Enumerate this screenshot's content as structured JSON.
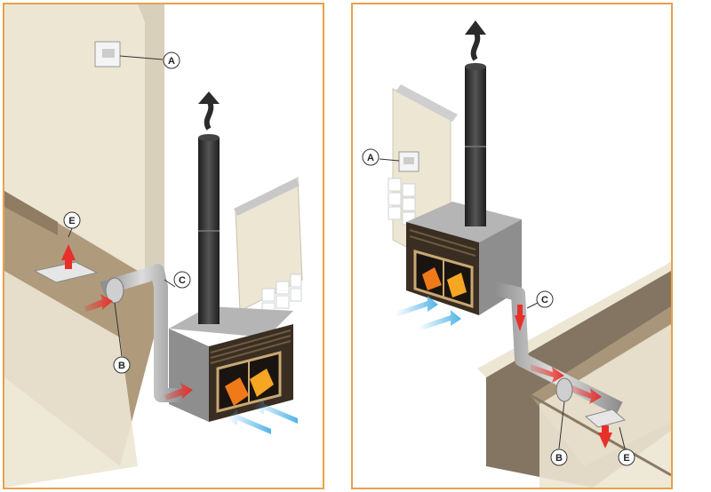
{
  "left_panel": {
    "callouts": {
      "a": "A",
      "b": "B",
      "c": "C",
      "e": "E"
    }
  },
  "right_panel": {
    "callouts": {
      "a": "A",
      "b": "B",
      "c": "C",
      "e": "E"
    }
  },
  "colors": {
    "border": "#e8a24a",
    "wall": "#ece6d3",
    "wall_shadow": "#d8d0ba",
    "floor": "#b09a7c",
    "stove_body": "#9a9a9a",
    "chimney": "#2b2b2b",
    "fire": "#f07a1a",
    "cold_air": "#4fb3e8",
    "warm_air": "#e8302a"
  }
}
